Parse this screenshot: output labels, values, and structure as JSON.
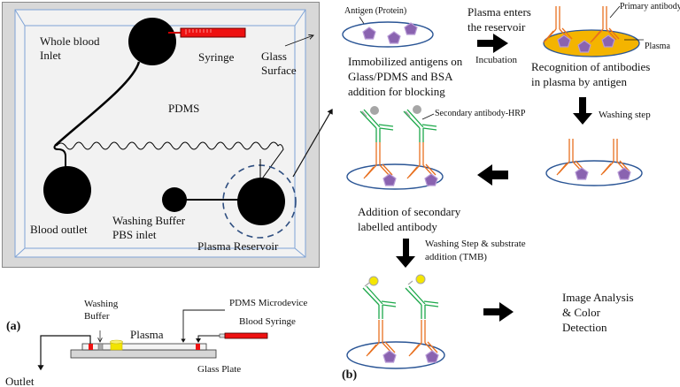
{
  "colors": {
    "outer_frame": "#d6d6d6",
    "pdms_fill": "#f2f2f2",
    "glass_edge": "#7fa3d6",
    "channel": "#000000",
    "syringe": "#ee1111",
    "reservoir_dash": "#2e4e80",
    "antigen": "#8a63b0",
    "primary_antibody": "#e8701f",
    "secondary_antibody": "#1da84a",
    "plasma": "#f4b400",
    "well_outline": "#2a5595",
    "hrp": "#a6a6a6",
    "tmb": "#f5e600",
    "buffer_yellow": "#f2e400"
  },
  "panel_a": {
    "label": "(a)",
    "top_view": {
      "whole_blood_inlet": [
        "Whole blood",
        "Inlet"
      ],
      "syringe": "Syringe",
      "glass_surface": [
        "Glass",
        "Surface"
      ],
      "pdms": "PDMS",
      "blood_outlet": "Blood outlet",
      "washing_buffer": [
        "Washing Buffer",
        "PBS inlet"
      ],
      "plasma_reservoir": "Plasma Reservoir"
    },
    "side_view": {
      "washing_buffer": [
        "Washing",
        "Buffer"
      ],
      "pdms_microdevice": "PDMS Microdevice",
      "blood_syringe": "Blood Syringe",
      "plasma": "Plasma",
      "glass_plate": "Glass Plate",
      "outlet": "Outlet"
    }
  },
  "panel_b": {
    "label": "(b)",
    "steps": {
      "antigen_label": "Antigen (Protein)",
      "step1": [
        "Immobilized antigens on",
        "Glass/PDMS and BSA",
        "addition for blocking"
      ],
      "plasma_enters": [
        "Plasma enters",
        "the reservoir"
      ],
      "incubation": "Incubation",
      "primary_antibody": "Primary antibody",
      "plasma": "Plasma",
      "step2": [
        "Recognition of antibodies",
        "in plasma by antigen"
      ],
      "washing_step": "Washing  step",
      "secondary_label": "Secondary antibody-HRP",
      "step3": [
        "Addition of secondary",
        "labelled antibody"
      ],
      "step4": [
        "Washing Step & substrate",
        "addition (TMB)"
      ],
      "final": [
        "Image Analysis",
        "& Color",
        "Detection"
      ]
    }
  }
}
